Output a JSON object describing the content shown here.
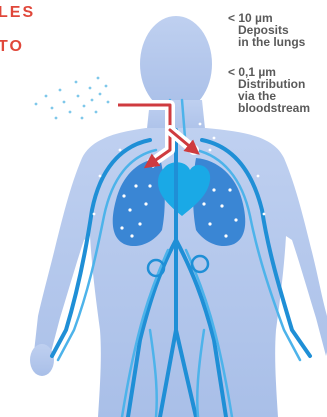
{
  "title": {
    "line1": "LES",
    "line2": "TO"
  },
  "legend": [
    {
      "size": "< 10 µm",
      "lines": [
        "Deposits",
        "in the lungs"
      ]
    },
    {
      "size": "< 0,1 µm",
      "lines": [
        "Distribution",
        "via the",
        "bloodstream"
      ]
    }
  ],
  "colors": {
    "title": "#e0473a",
    "legend_text": "#5a5a5a",
    "body": "#b4c8ec",
    "body_dark": "#9fb6e2",
    "vessel": "#1f8fd6",
    "vessel_light": "#4db3ea",
    "lungs": "#3a86d4",
    "heart": "#1aa9e6",
    "particles": "#7fc8ea",
    "airway": "#cf3b3f"
  },
  "icons": [
    "particle-cloud-icon",
    "airway-arrow-icon",
    "heart-icon",
    "lung-icon",
    "kidney-icon"
  ]
}
